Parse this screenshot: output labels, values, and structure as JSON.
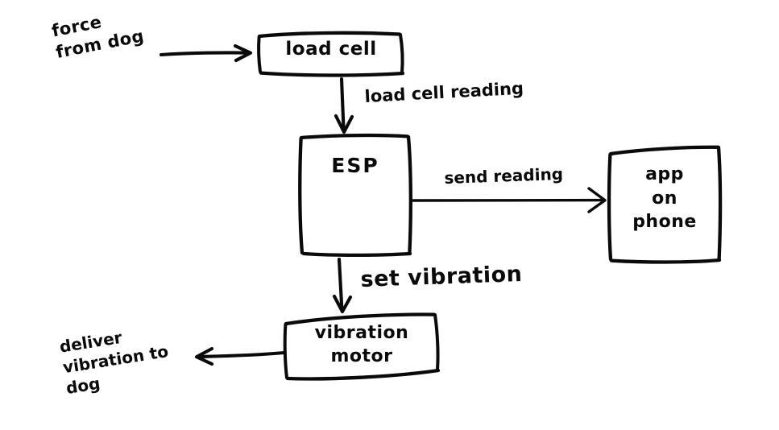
{
  "diagram": {
    "title": "dog force feedback system flowchart",
    "style": "hand-drawn whiteboard sketch",
    "background_color": "#ffffff",
    "ink_color": "#0a0a0a",
    "nodes": [
      {
        "id": "load-cell",
        "label": "load cell",
        "shape": "rounded-rectangle"
      },
      {
        "id": "esp",
        "label": "ESP",
        "shape": "rounded-rectangle"
      },
      {
        "id": "app-phone",
        "label": "app\non\nphone",
        "shape": "rounded-rectangle"
      },
      {
        "id": "vibration-motor",
        "label": "vibration\nmotor",
        "shape": "rounded-rectangle"
      }
    ],
    "edges": [
      {
        "id": "force-from-dog",
        "label": "force\nfrom dog",
        "from": "external-dog",
        "to": "load-cell",
        "direction": "right"
      },
      {
        "id": "load-cell-reading",
        "label": "load cell reading",
        "from": "load-cell",
        "to": "esp",
        "direction": "down"
      },
      {
        "id": "send-reading",
        "label": "send reading",
        "from": "esp",
        "to": "app-phone",
        "direction": "right"
      },
      {
        "id": "set-vibration",
        "label": "set vibration",
        "from": "esp",
        "to": "vibration-motor",
        "direction": "down"
      },
      {
        "id": "deliver-vibration",
        "label": "deliver\nvibration to\ndog",
        "from": "vibration-motor",
        "to": "external-dog",
        "direction": "left"
      }
    ]
  }
}
